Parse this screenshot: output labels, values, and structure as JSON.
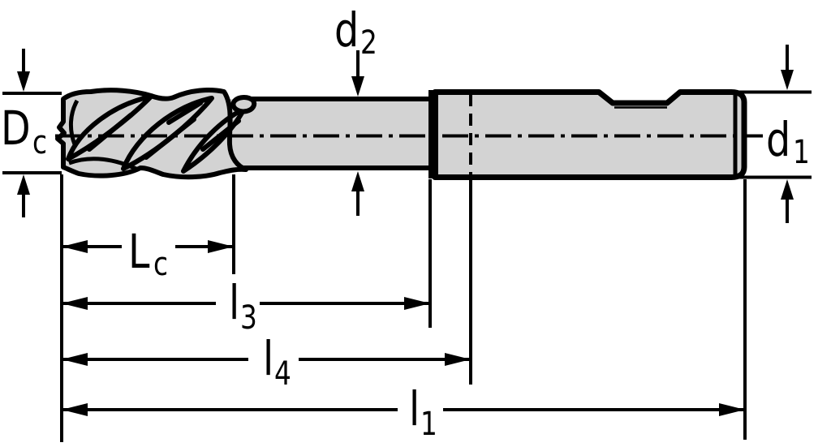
{
  "diagram": {
    "kind": "technical-dimension-drawing",
    "subject": "end-mill-cutter-side-view",
    "labels": {
      "cutting_diameter": {
        "main": "D",
        "sub": "c"
      },
      "neck_diameter": {
        "main": "d",
        "sub": "2"
      },
      "shank_diameter": {
        "main": "d",
        "sub": "1"
      },
      "cutting_length": {
        "main": "L",
        "sub": "c"
      },
      "length_l3": {
        "main": "l",
        "sub": "3"
      },
      "length_l4": {
        "main": "l",
        "sub": "4"
      },
      "overall_length": {
        "main": "l",
        "sub": "1"
      }
    },
    "colors": {
      "background": "#ffffff",
      "line": "#000000",
      "body_fill": "#d3d3d3"
    }
  }
}
